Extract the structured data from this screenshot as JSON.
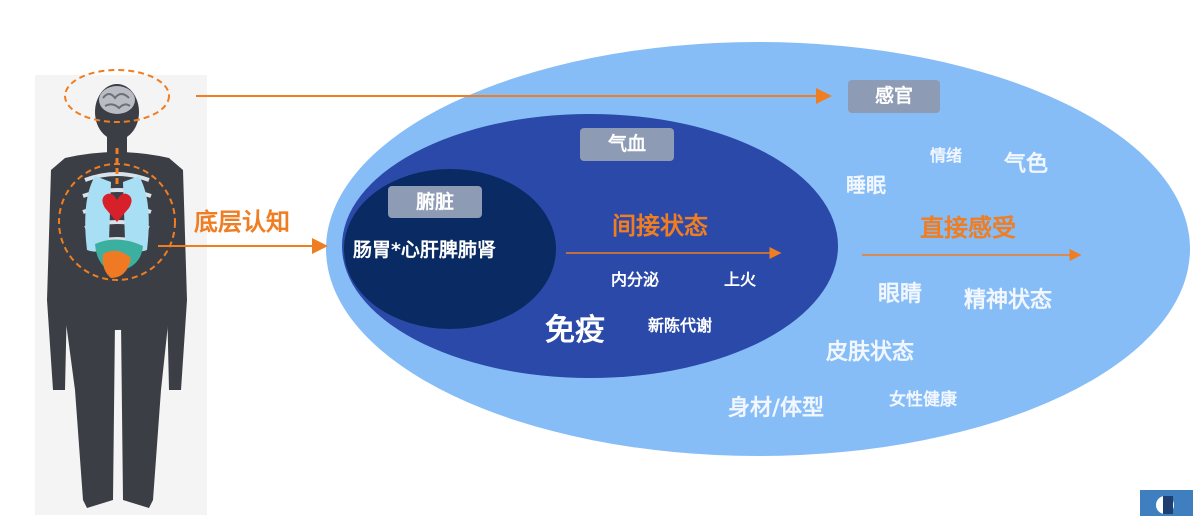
{
  "left": {
    "label": "底层认知"
  },
  "core": {
    "title": "腑脏",
    "organs": "肠胃*心肝脾肺肾"
  },
  "middle": {
    "title": "气血",
    "heading": "间接状态",
    "items": [
      "内分泌",
      "上火",
      "免疫",
      "新陈代谢"
    ]
  },
  "outer": {
    "title": "感官",
    "heading": "直接感受",
    "items": [
      "情绪",
      "气色",
      "睡眠",
      "眼睛",
      "精神状态",
      "皮肤状态",
      "身材/体型",
      "女性健康"
    ]
  },
  "colors": {
    "orange": "#ef7d22",
    "outer_ellipse": "#86bdf7",
    "middle_ellipse": "#2a49a8",
    "core_ellipse": "#0a2a63",
    "title_box": "#8e9bb5",
    "body_silhouette": "#3b3f45"
  },
  "icons": [
    "brain-icon",
    "heart-icon",
    "lungs-icon",
    "logo-icon"
  ]
}
